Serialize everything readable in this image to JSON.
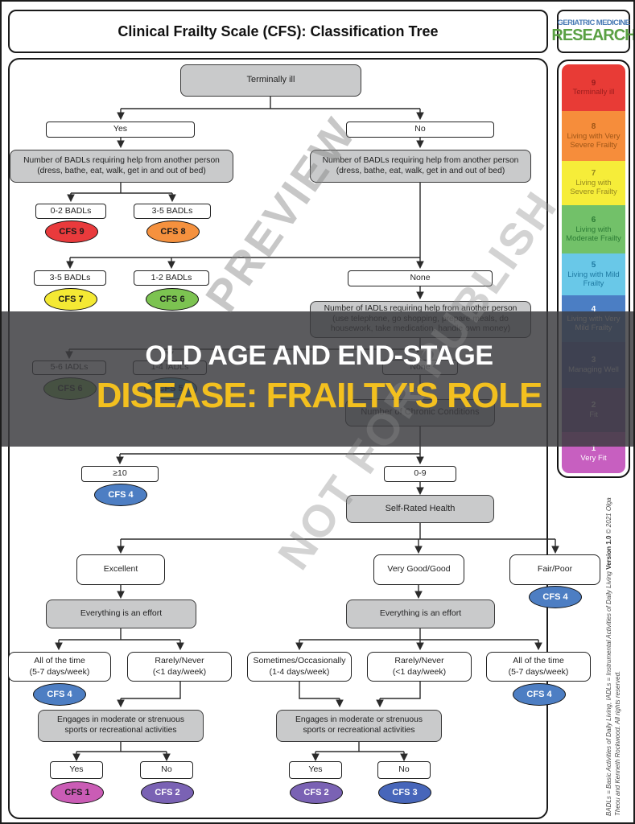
{
  "title": "Clinical Frailty Scale (CFS): Classification Tree",
  "logo": {
    "line1": "GERIATRIC MEDICINE",
    "line2": "RESEARCH"
  },
  "overlay": {
    "line1": "OLD AGE AND END-STAGE",
    "line2": "DISEASE: FRAILTY'S ROLE",
    "accent_color": "#f3c01f"
  },
  "watermark": {
    "line1": "PREVIEW",
    "line2": "NOT FOR PUBLISH"
  },
  "nodes": {
    "terminally_ill": "Terminally ill",
    "yes": "Yes",
    "no": "No",
    "none": "None",
    "badl_q1": "Number of BADLs requiring help from another person",
    "badl_q2": "(dress, bathe, eat, walk, get in and out of bed)",
    "badl_0_2": "0-2 BADLs",
    "badl_3_5": "3-5 BADLs",
    "badl_1_2": "1-2 BADLs",
    "iadl_q1": "Number of IADLs requiring help from another person",
    "iadl_q2": "(use telephone, go shopping, prepare meals, do",
    "iadl_q3": "housework, take medication, handle own money)",
    "iadl_5_6": "5-6 IADLs",
    "iadl_1_4": "1-4 IADLs",
    "chronic": "Number of Chronic Conditions",
    "ge10": "≥10",
    "r0_9": "0-9",
    "srh": "Self-Rated Health",
    "excellent": "Excellent",
    "very_good": "Very Good/Good",
    "fair_poor": "Fair/Poor",
    "effort": "Everything is an effort",
    "all_time_1": "All of the time",
    "all_time_2": "(5-7 days/week)",
    "rarely_1": "Rarely/Never",
    "rarely_2": "(<1 day/week)",
    "sometimes_1": "Sometimes/Occasionally",
    "sometimes_2": "(1-4 days/week)",
    "engage_1": "Engages in moderate or strenuous",
    "engage_2": "sports or recreational activities"
  },
  "badges": {
    "cfs9": {
      "label": "CFS 9",
      "bg": "#e93a3c",
      "fg": "#1a1a1a"
    },
    "cfs8": {
      "label": "CFS 8",
      "bg": "#f5913e",
      "fg": "#1a1a1a"
    },
    "cfs7": {
      "label": "CFS 7",
      "bg": "#f4e934",
      "fg": "#1a1a1a"
    },
    "cfs6": {
      "label": "CFS 6",
      "bg": "#7cc351",
      "fg": "#1a1a1a"
    },
    "cfs5": {
      "label": "CFS 5",
      "bg": "#57b8d8",
      "fg": "#1a1a1a"
    },
    "cfs4": {
      "label": "CFS 4",
      "bg": "#4d7ec3",
      "fg": "#ffffff"
    },
    "cfs3": {
      "label": "CFS 3",
      "bg": "#4766ba",
      "fg": "#ffffff"
    },
    "cfs2": {
      "label": "CFS 2",
      "bg": "#7a62b4",
      "fg": "#ffffff"
    },
    "cfs1": {
      "label": "CFS 1",
      "bg": "#ca5cb5",
      "fg": "#1a1a1a"
    }
  },
  "scale": [
    {
      "num": "9",
      "label": "Terminally ill",
      "bg": "#e83b36",
      "fg": "#9a1d1d"
    },
    {
      "num": "8",
      "label": "Living with Very Severe Frailty",
      "bg": "#f68d3b",
      "fg": "#9f5617"
    },
    {
      "num": "7",
      "label": "Living with Severe Frailty",
      "bg": "#f6ed39",
      "fg": "#96891f"
    },
    {
      "num": "6",
      "label": "Living with Moderate Frailty",
      "bg": "#72c169",
      "fg": "#2c7c35"
    },
    {
      "num": "5",
      "label": "Living with Mild Frailty",
      "bg": "#69c8e8",
      "fg": "#1f7aa2"
    },
    {
      "num": "4",
      "label": "Living with Very Mild Frailty",
      "bg": "#4b7ec4",
      "fg": "#ffffff"
    },
    {
      "num": "3",
      "label": "Managing Well",
      "bg": "#4a5fae",
      "fg": "#e9e9f2"
    },
    {
      "num": "2",
      "label": "Fit",
      "bg": "#7e54a4",
      "fg": "#efe8f2"
    },
    {
      "num": "1",
      "label": "Very Fit",
      "bg": "#c75fc0",
      "fg": "#ffffff"
    }
  ],
  "footnote": {
    "abbrev": "BADLs = Basic Activities of Daily Living, IADLs = Instrumental Activities of Daily Living",
    "version": "Version 1.0",
    "copyright": "© 2021 Olga Theou and Kenneth Rockwood. All rights reserved."
  }
}
